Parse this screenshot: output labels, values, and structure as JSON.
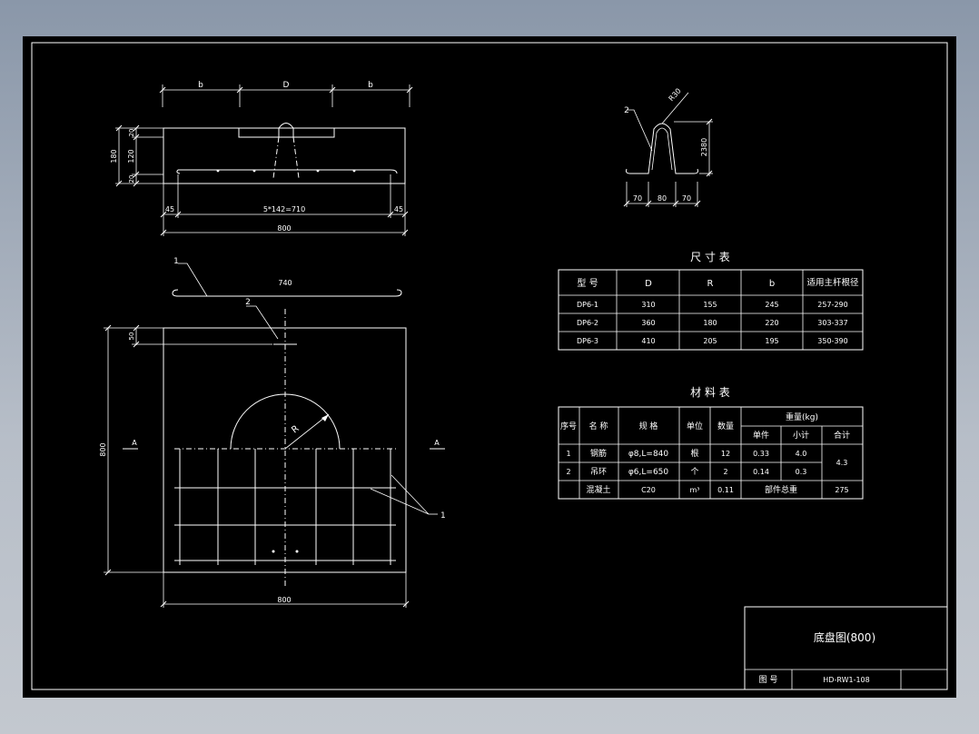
{
  "colors": {
    "paper": "#000000",
    "ink": "#ffffff",
    "backdrop": "#a9b2bf"
  },
  "front_view": {
    "dim_b_left": "b",
    "dim_d": "D",
    "dim_b_right": "b",
    "dim_180": "180",
    "dim_20_top": "20",
    "dim_120": "120",
    "dim_20_bottom": "20",
    "dim_45_left": "45",
    "dim_spacing": "5*142=710",
    "dim_45_right": "45",
    "dim_800": "800"
  },
  "rebar_callout": {
    "label_1": "1",
    "dim_740": "740"
  },
  "plan_view": {
    "label_2": "2",
    "dim_50": "50",
    "dim_800_side": "800",
    "label_r": "R",
    "section_a_left": "A",
    "section_a_right": "A",
    "label_1": "1",
    "dim_800_bottom": "800"
  },
  "lifting_ring_detail": {
    "label_2": "2",
    "label_r30": "R30",
    "dim_2380": "2380",
    "dim_70_left": "70",
    "dim_80": "80",
    "dim_70_right": "70"
  },
  "size_table": {
    "title": "尺 寸 表",
    "headers": [
      "型 号",
      "D",
      "R",
      "b",
      "适用主杆根径"
    ],
    "rows": [
      [
        "DP6-1",
        "310",
        "155",
        "245",
        "257-290"
      ],
      [
        "DP6-2",
        "360",
        "180",
        "220",
        "303-337"
      ],
      [
        "DP6-3",
        "410",
        "205",
        "195",
        "350-390"
      ]
    ]
  },
  "material_table": {
    "title": "材 料 表",
    "h_no": "序号",
    "h_name": "名 称",
    "h_spec": "规 格",
    "h_unit": "单位",
    "h_qty": "数量",
    "h_weight": "重量(kg)",
    "h_unit_weight": "单件",
    "h_subtotal": "小计",
    "h_total": "合计",
    "rows": [
      {
        "no": "1",
        "name": "钢筋",
        "spec": "φ8,L=840",
        "unit": "根",
        "qty": "12",
        "unit_weight": "0.33",
        "subtotal": "4.0"
      },
      {
        "no": "2",
        "name": "吊环",
        "spec": "φ6,L=650",
        "unit": "个",
        "qty": "2",
        "unit_weight": "0.14",
        "subtotal": "0.3"
      }
    ],
    "steel_total": "4.3",
    "concrete": {
      "name": "混凝土",
      "spec": "C20",
      "unit": "m³",
      "qty": "0.11",
      "label": "部件总重",
      "total": "275"
    }
  },
  "title_block": {
    "title": "底盘图(800)",
    "drawing_no_label": "图 号",
    "drawing_no": "HD-RW1-108"
  }
}
